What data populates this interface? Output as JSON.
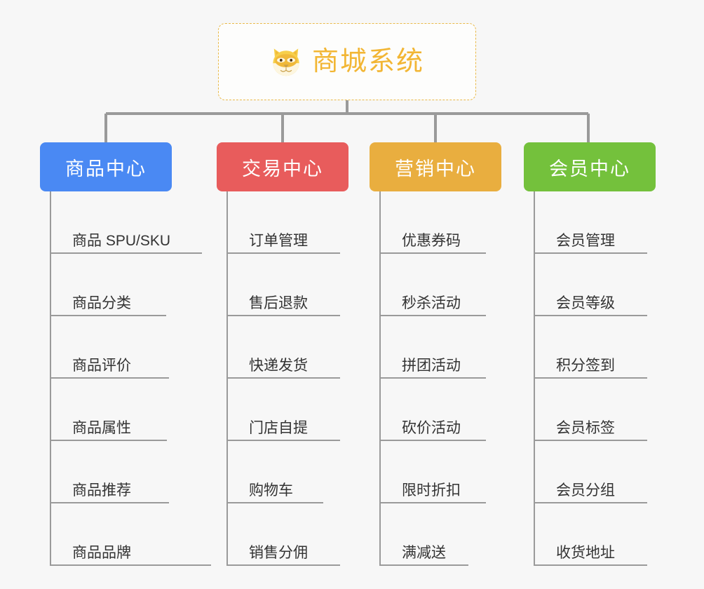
{
  "root": {
    "title": "商城系统",
    "icon": "shiba-inu-dog-face-icon",
    "accent_color": "#f2b634",
    "border_color": "#e9b949",
    "background": "#fdfdfc"
  },
  "canvas": {
    "background": "#f7f7f7",
    "connector_color": "#9a9a9a"
  },
  "columns": [
    {
      "id": "product-center",
      "header": "商品中心",
      "color": "#4a89f3",
      "items": [
        "商品 SPU/SKU",
        "商品分类",
        "商品评价",
        "商品属性",
        "商品推荐",
        "商品品牌"
      ]
    },
    {
      "id": "trade-center",
      "header": "交易中心",
      "color": "#e85c5c",
      "items": [
        "订单管理",
        "售后退款",
        "快递发货",
        "门店自提",
        "购物车",
        "销售分佣"
      ]
    },
    {
      "id": "marketing-center",
      "header": "营销中心",
      "color": "#e9ae3f",
      "items": [
        "优惠券码",
        "秒杀活动",
        "拼团活动",
        "砍价活动",
        "限时折扣",
        "满减送"
      ]
    },
    {
      "id": "member-center",
      "header": "会员中心",
      "color": "#74c13c",
      "items": [
        "会员管理",
        "会员等级",
        "积分签到",
        "会员标签",
        "会员分组",
        "收货地址"
      ]
    }
  ]
}
